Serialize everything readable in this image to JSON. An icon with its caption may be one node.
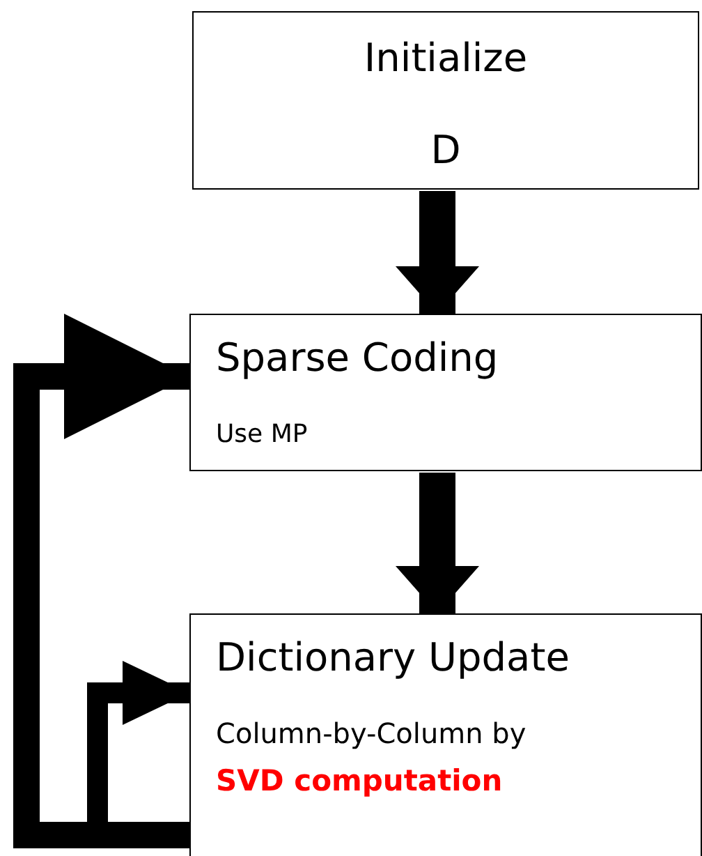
{
  "diagram": {
    "nodes": [
      {
        "text": [
          "Initialize",
          "D"
        ]
      },
      {
        "text": [
          "Sparse Coding",
          "Use MP"
        ]
      },
      {
        "text": [
          "Dictionary Update",
          "Column-by-Column by",
          "SVD computation"
        ]
      }
    ],
    "edges": [
      {
        "from": 0,
        "to": 1,
        "arrow": "to"
      },
      {
        "from": 1,
        "to": 2,
        "arrow": "to"
      },
      {
        "from": 2,
        "to": 1,
        "arrow": "to"
      },
      {
        "from": 2,
        "to": 2,
        "arrow": "to"
      }
    ]
  }
}
